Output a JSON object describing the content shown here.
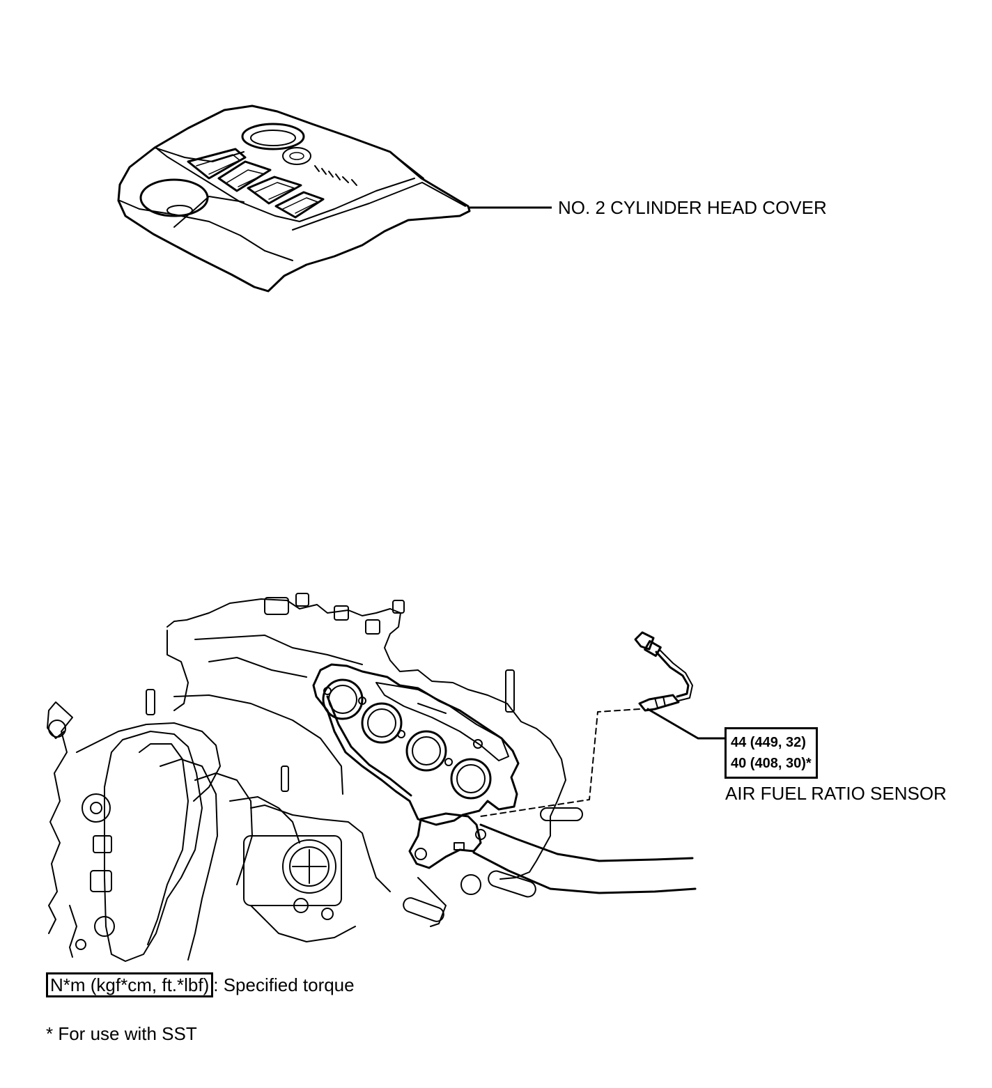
{
  "labels": {
    "head_cover": "NO. 2 CYLINDER HEAD COVER",
    "sensor": "AIR FUEL RATIO SENSOR"
  },
  "torque": {
    "line1": "44 (449, 32)",
    "line2": "40 (408, 30)*"
  },
  "legend": {
    "unit": "N*m (kgf*cm, ft.*lbf)",
    "description": ": Specified torque",
    "footnote": "* For use with SST"
  }
}
